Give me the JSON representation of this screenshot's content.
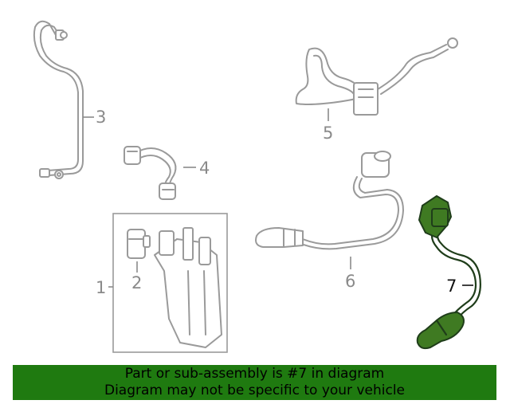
{
  "diagram": {
    "callouts": {
      "c1": "1",
      "c2": "2",
      "c3": "3",
      "c4": "4",
      "c5": "5",
      "c6": "6",
      "c7": "7"
    },
    "highlighted_part": "7",
    "highlight_color": "#3f7a22",
    "line_color": "#9a9a9a"
  },
  "banner": {
    "line1": "Part or sub-assembly is #7 in diagram",
    "line2": "Diagram may not be specific to your vehicle",
    "background": "#1f7a10"
  }
}
